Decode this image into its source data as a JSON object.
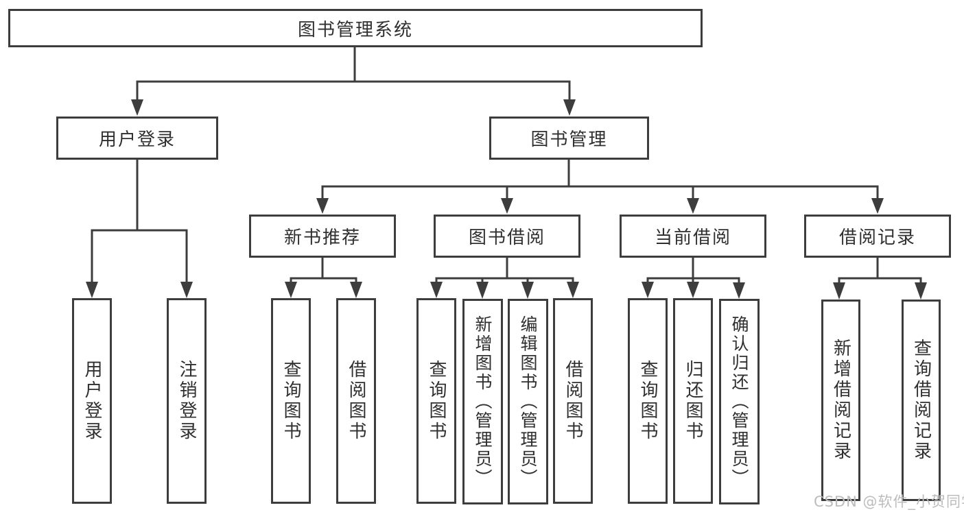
{
  "diagram": {
    "title": "图书管理系统",
    "branches": [
      {
        "label": "用户登录",
        "children": [
          "用户登录",
          "注销登录"
        ]
      },
      {
        "label": "图书管理",
        "children": [
          {
            "label": "新书推荐",
            "children": [
              "查询图书",
              "借阅图书"
            ]
          },
          {
            "label": "图书借阅",
            "children": [
              "查询图书",
              "新增图书（管理员）",
              "编辑图书（管理员）",
              "借阅图书"
            ]
          },
          {
            "label": "当前借阅",
            "children": [
              "查询图书",
              "归还图书",
              "确认归还（管理员）"
            ]
          },
          {
            "label": "借阅记录",
            "children": [
              "新增借阅记录",
              "查询借阅记录"
            ]
          }
        ]
      }
    ]
  },
  "watermark": {
    "text": "CSDN @软件_小贺同学"
  },
  "colors": {
    "line": "#3d3d3d",
    "box_border": "#3d3d3d",
    "text": "#2f2f2f",
    "watermark": "#bcbcbc",
    "background": "#ffffff"
  }
}
